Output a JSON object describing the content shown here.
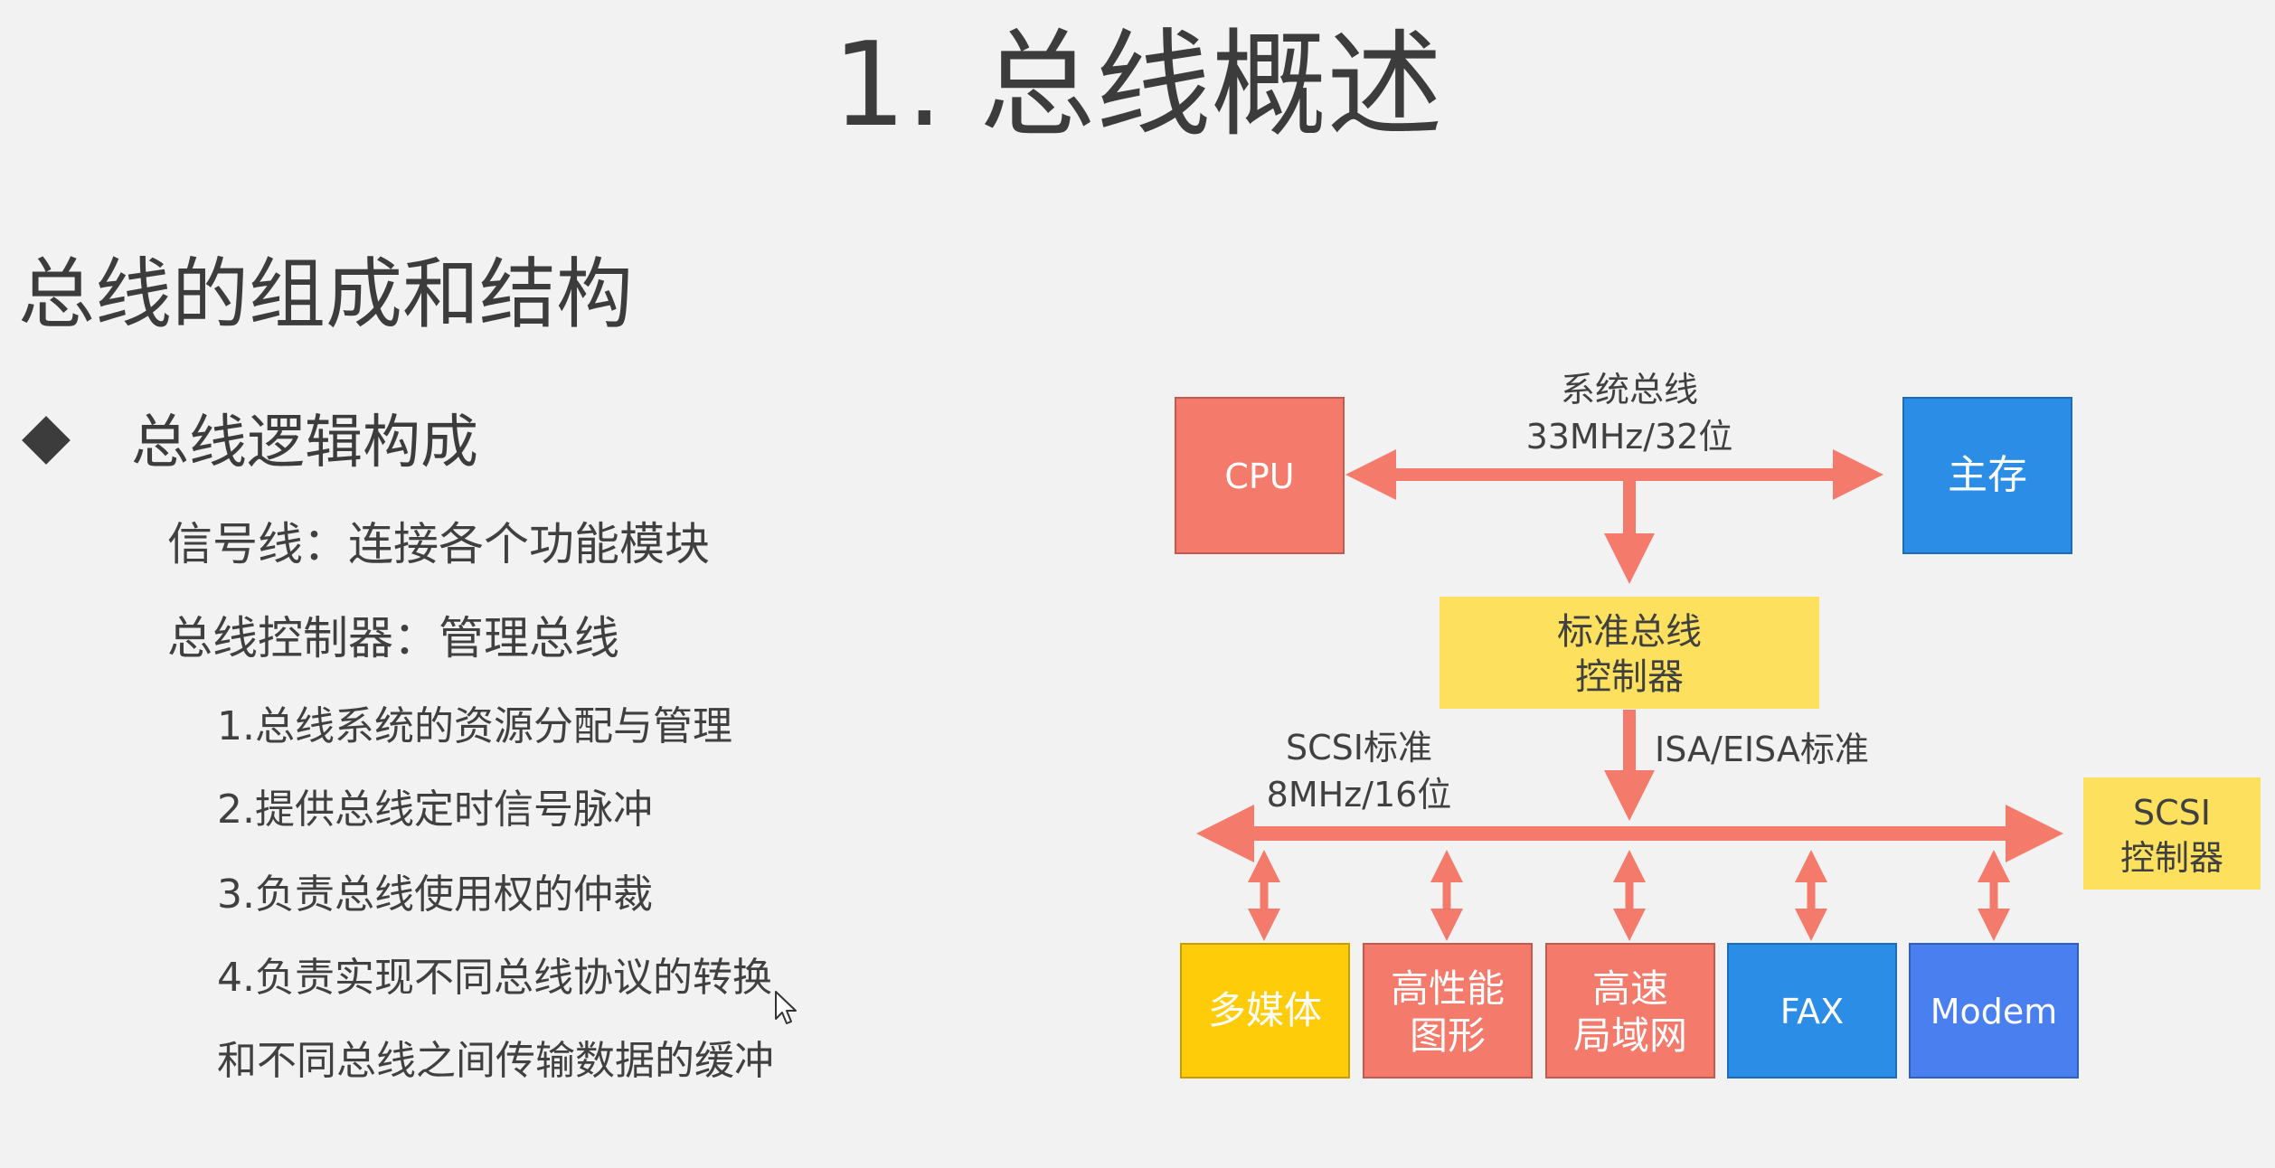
{
  "slide": {
    "title": "1. 总线概述",
    "section_heading": "总线的组成和结构",
    "bullet_heading": "总线逻辑构成",
    "items": [
      "信号线：连接各个功能模块",
      "总线控制器：管理总线"
    ],
    "sub_items": [
      "1.总线系统的资源分配与管理",
      "2.提供总线定时信号脉冲",
      "3.负责总线使用权的仲裁",
      "4.负责实现不同总线协议的转换",
      "和不同总线之间传输数据的缓冲"
    ]
  },
  "diagram": {
    "cpu": "CPU",
    "memory": "主存",
    "system_bus_name": "系统总线",
    "system_bus_spec": "33MHz/32位",
    "bus_controller_line1": "标准总线",
    "bus_controller_line2": "控制器",
    "scsi_standard_name": "SCSI标准",
    "scsi_standard_spec": "8MHz/16位",
    "isa_label": "ISA/EISA标准",
    "scsi_controller_line1": "SCSI",
    "scsi_controller_line2": "控制器",
    "devices": {
      "multimedia": "多媒体",
      "graphics_line1": "高性能",
      "graphics_line2": "图形",
      "lan_line1": "高速",
      "lan_line2": "局域网",
      "fax": "FAX",
      "modem": "Modem"
    },
    "colors": {
      "arrow": "#f47a6b",
      "cpu": "#f47a6b",
      "memory": "#2c8de6",
      "controller": "#fde15e",
      "multimedia": "#ffcc0a",
      "graphics": "#f47a6b",
      "lan": "#f47a6b",
      "fax": "#2c8de6",
      "modem": "#4a7ff0"
    }
  }
}
